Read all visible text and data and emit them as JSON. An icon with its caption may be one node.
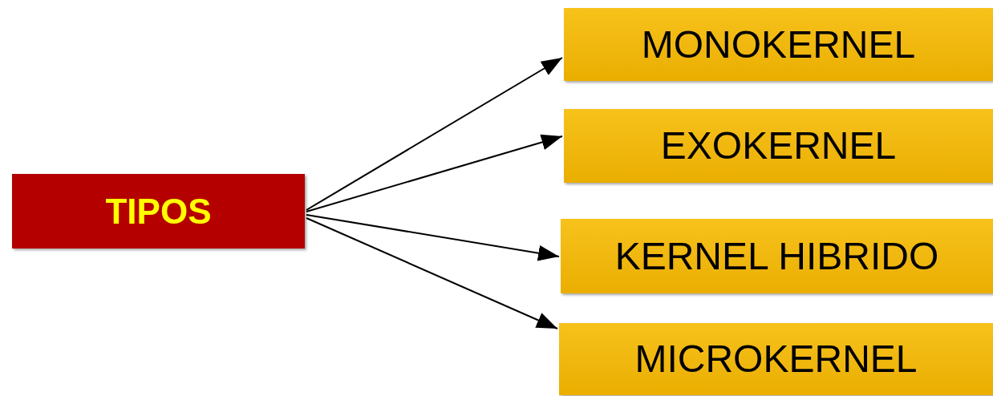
{
  "diagram": {
    "nodes": [
      {
        "text": [
          "TIPOS"
        ]
      },
      {
        "text": [
          "MONOKERNEL"
        ]
      },
      {
        "text": [
          "EXOKERNEL"
        ]
      },
      {
        "text": [
          "KERNEL HIBRIDO"
        ]
      },
      {
        "text": [
          "MICROKERNEL"
        ]
      }
    ],
    "edges": [
      {
        "from": 0,
        "to": 1,
        "arrow": "to"
      },
      {
        "from": 0,
        "to": 2,
        "arrow": "to"
      },
      {
        "from": 0,
        "to": 3,
        "arrow": "to"
      },
      {
        "from": 0,
        "to": 4,
        "arrow": "to"
      }
    ]
  }
}
